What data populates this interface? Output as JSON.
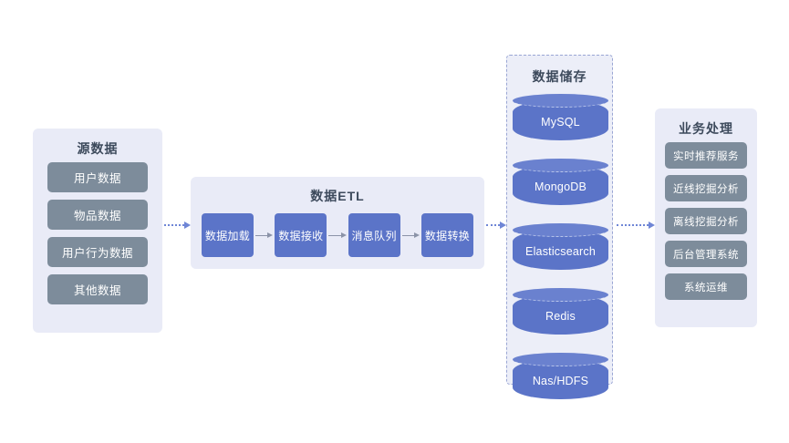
{
  "diagram": {
    "source": {
      "title": "源数据",
      "items": [
        {
          "label": "用户数据"
        },
        {
          "label": "物品数据"
        },
        {
          "label": "用户行为数据"
        },
        {
          "label": "其他数据"
        }
      ]
    },
    "etl": {
      "title": "数据ETL",
      "steps": [
        {
          "label": "数据加载"
        },
        {
          "label": "数据接收"
        },
        {
          "label": "消息队列"
        },
        {
          "label": "数据转换"
        }
      ]
    },
    "storage": {
      "title": "数据储存",
      "items": [
        {
          "label": "MySQL"
        },
        {
          "label": "MongoDB"
        },
        {
          "label": "Elasticsearch"
        },
        {
          "label": "Redis"
        },
        {
          "label": "Nas/HDFS"
        }
      ]
    },
    "business": {
      "title": "业务处理",
      "items": [
        {
          "label": "实时推荐服务"
        },
        {
          "label": "近线挖掘分析"
        },
        {
          "label": "离线挖掘分析"
        },
        {
          "label": "后台管理系统"
        },
        {
          "label": "系统运维"
        }
      ]
    },
    "colors": {
      "panel_background": "#e9ebf7",
      "chip_slate": "#7d8c9b",
      "etl_blue": "#5b74c8",
      "cylinder_blue": "#5b74c8",
      "cylinder_top": "#6a81cf",
      "connector_blue": "#6f86d6",
      "title_text": "#3d4a5c",
      "canvas_background": "#ffffff"
    }
  }
}
